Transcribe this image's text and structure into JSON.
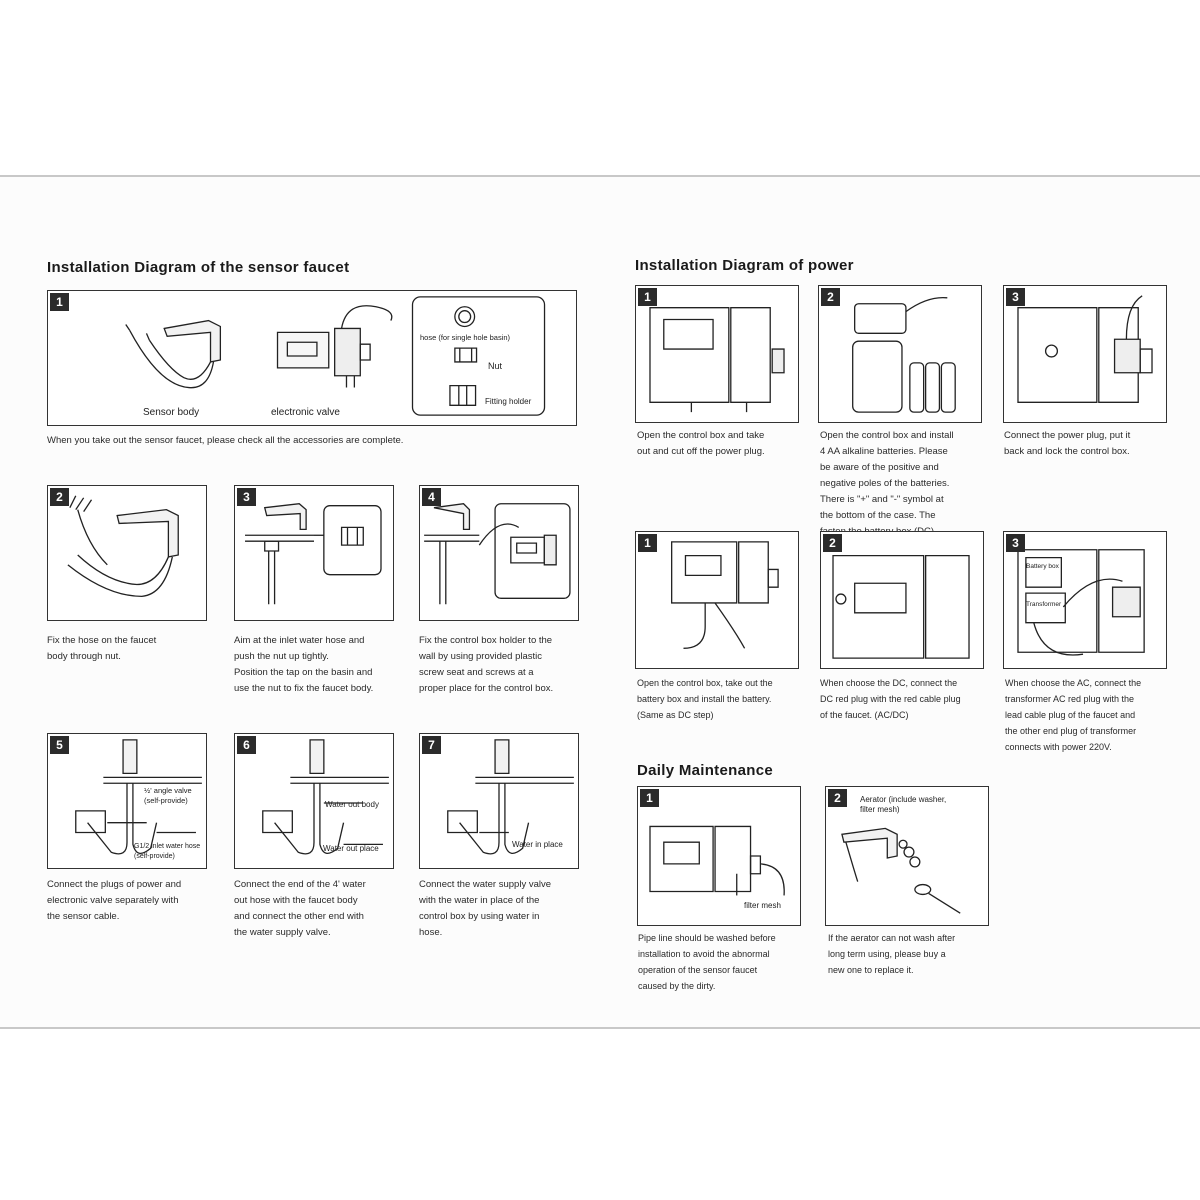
{
  "sections": {
    "faucet_title": "Installation Diagram of the sensor faucet",
    "power_title": "Installation Diagram of power",
    "maintenance_title": "Daily Maintenance"
  },
  "faucet": {
    "step1": {
      "num": "1",
      "labels": {
        "sensor_body": "Sensor body",
        "valve": "electronic valve",
        "hose": "hose (for single hole basin)",
        "nut": "Nut",
        "holder": "Fitting holder"
      },
      "caption": "When you take out the sensor faucet, please check all the accessories are complete."
    },
    "step2": {
      "num": "2",
      "caption": "Fix the hose on the faucet\nbody through nut."
    },
    "step3": {
      "num": "3",
      "caption": "Aim at the inlet water hose and\npush the nut up tightly.\nPosition the tap on the basin and\nuse the nut to fix the faucet body."
    },
    "step4": {
      "num": "4",
      "caption": "Fix the control box holder to the\nwall by using provided plastic\nscrew seat and screws at a\nproper place for the control box."
    },
    "step5": {
      "num": "5",
      "labels": {
        "angle": "½' angle valve\n(self-provide)",
        "hose": "G1/2 inlet water hose\n(self-provide)"
      },
      "caption": "Connect the plugs of power and\nelectronic valve separately with\nthe sensor cable."
    },
    "step6": {
      "num": "6",
      "labels": {
        "in": "Water out body",
        "out": "Water out place"
      },
      "caption": "Connect the end of the 4' water\nout hose with the faucet body\nand connect the other end with\nthe water supply valve."
    },
    "step7": {
      "num": "7",
      "labels": {
        "in": "Water in place"
      },
      "caption": "Connect the water supply valve\nwith the water in place of the\ncontrol box by using water in\nhose."
    }
  },
  "power": {
    "row1": [
      {
        "num": "1",
        "caption": "Open the control box and take\nout and cut off the power plug."
      },
      {
        "num": "2",
        "caption": "Open the control box and install\n4 AA alkaline batteries. Please\nbe aware of the positive and\nnegative poles of the batteries.\nThere is \"+\" and \"-\" symbol at\nthe bottom of the case. The\nfasten the battery box (DC)."
      },
      {
        "num": "3",
        "caption": "Connect the power plug, put it\nback and lock the control box."
      }
    ],
    "row2": [
      {
        "num": "1",
        "caption": "Open the control box, take out the\nbattery box and install the battery.\n(Same as DC step)"
      },
      {
        "num": "2",
        "caption": "When choose the DC, connect the\nDC red plug with the red cable plug\nof the faucet.    (AC/DC)"
      },
      {
        "num": "3",
        "caption": "When choose the AC, connect the\ntransformer AC red plug with the\nlead cable plug of the faucet and\nthe other end plug of transformer\nconnects with power 220V."
      }
    ],
    "labels": {
      "battery": "Battery box",
      "transformer": "Transformer"
    }
  },
  "maintenance": {
    "items": [
      {
        "num": "1",
        "label": "filter mesh",
        "caption": "Pipe line should be washed before\ninstallation to avoid the abnormal\noperation of the sensor faucet\ncaused by the dirty."
      },
      {
        "num": "2",
        "label": "Aerator (include washer,\nfilter mesh)",
        "caption": "If the aerator can not wash after\nlong term using, please buy a\nnew one to replace it."
      }
    ]
  }
}
